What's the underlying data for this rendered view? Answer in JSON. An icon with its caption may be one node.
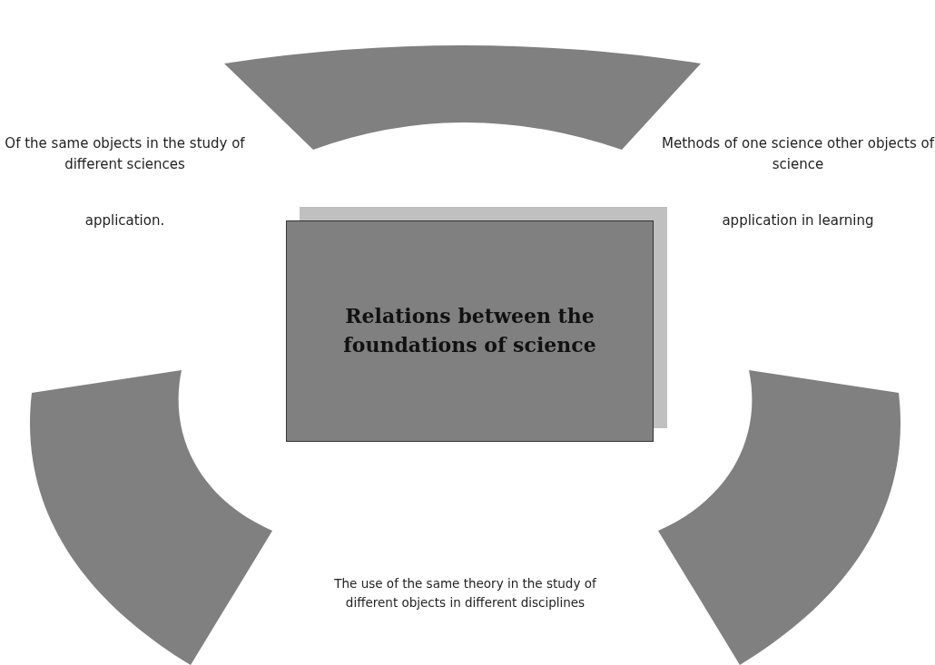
{
  "diagram": {
    "nodes": [
      {
        "text": [
          "Relations between the foundations of science"
        ]
      },
      {
        "text": [],
        "shape": "arc"
      },
      {
        "text": [],
        "shape": "arc"
      },
      {
        "text": [],
        "shape": "arc"
      }
    ],
    "labels": [
      "Of the same objects in the study of different sciences",
      "Methods of one science other objects of science",
      "application.",
      "application in learning",
      "The use of the same theory in the study of different objects in different disciplines"
    ]
  }
}
